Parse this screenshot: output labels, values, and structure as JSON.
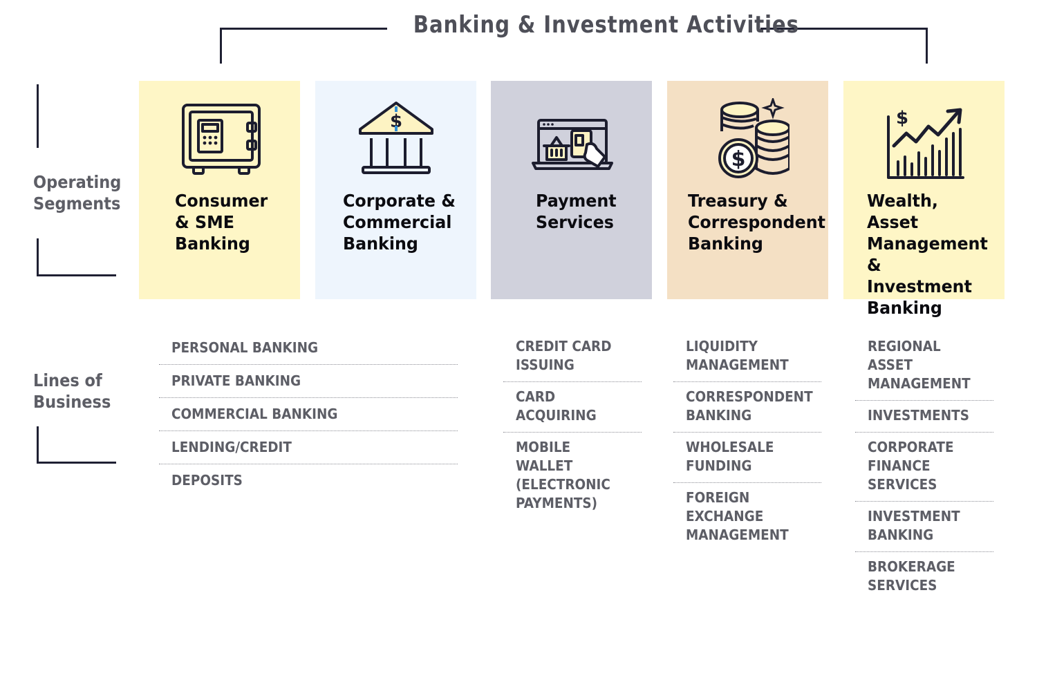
{
  "title": "Banking & Investment Activities",
  "labels": {
    "operating_segments": "Operating\nSegments",
    "lines_of_business": "Lines of\nBusiness"
  },
  "colors": {
    "line": "#1f2033",
    "icon": "#1c1d2e",
    "accent_blue": "#2f8fd8",
    "accent_yellow": "#fdf3c3"
  },
  "segments": [
    {
      "title": "Consumer\n& SME\nBanking",
      "icon": "safe-icon",
      "bg": "#fef6c6"
    },
    {
      "title": "Corporate  &\nCommercial\nBanking",
      "icon": "bank-building-icon",
      "bg": "#eef5fd"
    },
    {
      "title": "Payment\nServices",
      "icon": "online-payment-icon",
      "bg": "#d0d1dc"
    },
    {
      "title": "Treasury &\nCorrespondent\nBanking",
      "icon": "coin-stacks-icon",
      "bg": "#f4e0c4"
    },
    {
      "title": "Wealth, Asset\nManagement\n& Investment\nBanking",
      "icon": "growth-chart-icon",
      "bg": "#fef6c6"
    }
  ],
  "lines_of_business": {
    "consumer_corporate": [
      "PERSONAL BANKING",
      "PRIVATE BANKING",
      "COMMERCIAL BANKING",
      "LENDING/CREDIT",
      "DEPOSITS"
    ],
    "payment": [
      "CREDIT CARD\nISSUING",
      "CARD\nACQUIRING",
      "MOBILE WALLET\n(ELECTRONIC\nPAYMENTS)"
    ],
    "treasury": [
      "LIQUIDITY\nMANAGEMENT",
      "CORRESPONDENT\nBANKING",
      "WHOLESALE\nFUNDING",
      "FOREIGN\nEXCHANGE\nMANAGEMENT"
    ],
    "wealth": [
      "REGIONAL\nASSET\nMANAGEMENT",
      "INVESTMENTS",
      "CORPORATE\nFINANCE\nSERVICES",
      "INVESTMENT\nBANKING",
      "BROKERAGE\nSERVICES"
    ]
  }
}
